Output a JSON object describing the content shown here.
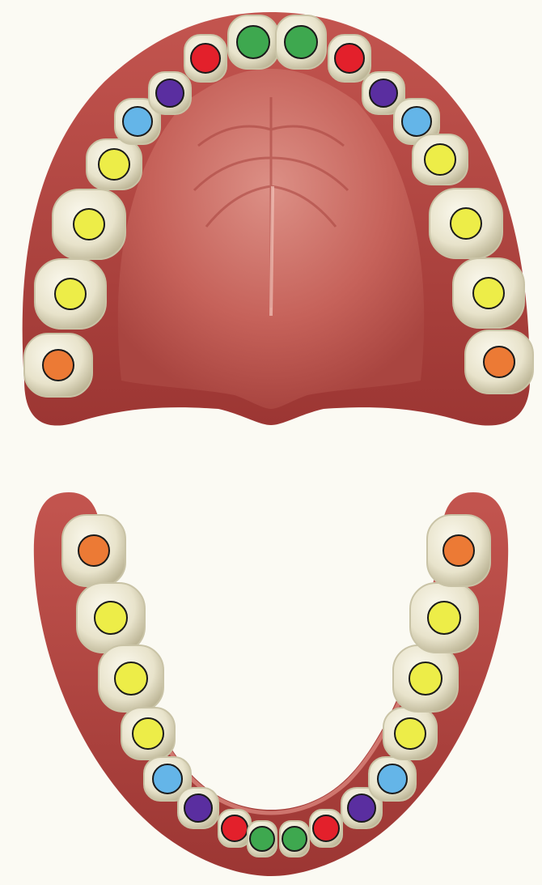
{
  "colors": {
    "background": "#fbfaf3",
    "gum": "#b84a45",
    "gum_dark": "#8e2d2b",
    "gum_light": "#d9847c",
    "palate": "#c6625a",
    "palate_light": "#dc9086",
    "tooth": "#ece8d3",
    "tooth_shade": "#c9c3a6",
    "marker_outline": "#1a1a1a"
  },
  "tooth_types": {
    "central_incisor": "#3ea84f",
    "lateral_incisor": "#e3202b",
    "canine": "#5a2ea0",
    "first_premolar": "#64b5e8",
    "second_premolar": "#eded48",
    "molar": "#eded48",
    "third_molar": "#ec7a35"
  },
  "upper_arch": {
    "teeth": [
      {
        "id": "upper-left-third-molar",
        "type": "third_molar"
      },
      {
        "id": "upper-left-second-molar",
        "type": "molar"
      },
      {
        "id": "upper-left-first-molar",
        "type": "molar"
      },
      {
        "id": "upper-left-second-premolar",
        "type": "second_premolar"
      },
      {
        "id": "upper-left-first-premolar",
        "type": "first_premolar"
      },
      {
        "id": "upper-left-canine",
        "type": "canine"
      },
      {
        "id": "upper-left-lateral-incisor",
        "type": "lateral_incisor"
      },
      {
        "id": "upper-left-central-incisor",
        "type": "central_incisor"
      },
      {
        "id": "upper-right-central-incisor",
        "type": "central_incisor"
      },
      {
        "id": "upper-right-lateral-incisor",
        "type": "lateral_incisor"
      },
      {
        "id": "upper-right-canine",
        "type": "canine"
      },
      {
        "id": "upper-right-first-premolar",
        "type": "first_premolar"
      },
      {
        "id": "upper-right-second-premolar",
        "type": "second_premolar"
      },
      {
        "id": "upper-right-first-molar",
        "type": "molar"
      },
      {
        "id": "upper-right-second-molar",
        "type": "molar"
      },
      {
        "id": "upper-right-third-molar",
        "type": "third_molar"
      }
    ]
  },
  "lower_arch": {
    "teeth": [
      {
        "id": "lower-left-third-molar",
        "type": "third_molar"
      },
      {
        "id": "lower-left-second-molar",
        "type": "molar"
      },
      {
        "id": "lower-left-first-molar",
        "type": "molar"
      },
      {
        "id": "lower-left-second-premolar",
        "type": "second_premolar"
      },
      {
        "id": "lower-left-first-premolar",
        "type": "first_premolar"
      },
      {
        "id": "lower-left-canine",
        "type": "canine"
      },
      {
        "id": "lower-left-lateral-incisor",
        "type": "lateral_incisor"
      },
      {
        "id": "lower-left-central-incisor",
        "type": "central_incisor"
      },
      {
        "id": "lower-right-central-incisor",
        "type": "central_incisor"
      },
      {
        "id": "lower-right-lateral-incisor",
        "type": "lateral_incisor"
      },
      {
        "id": "lower-right-canine",
        "type": "canine"
      },
      {
        "id": "lower-right-first-premolar",
        "type": "first_premolar"
      },
      {
        "id": "lower-right-second-premolar",
        "type": "second_premolar"
      },
      {
        "id": "lower-right-first-molar",
        "type": "molar"
      },
      {
        "id": "lower-right-second-molar",
        "type": "molar"
      },
      {
        "id": "lower-right-third-molar",
        "type": "third_molar"
      }
    ]
  }
}
